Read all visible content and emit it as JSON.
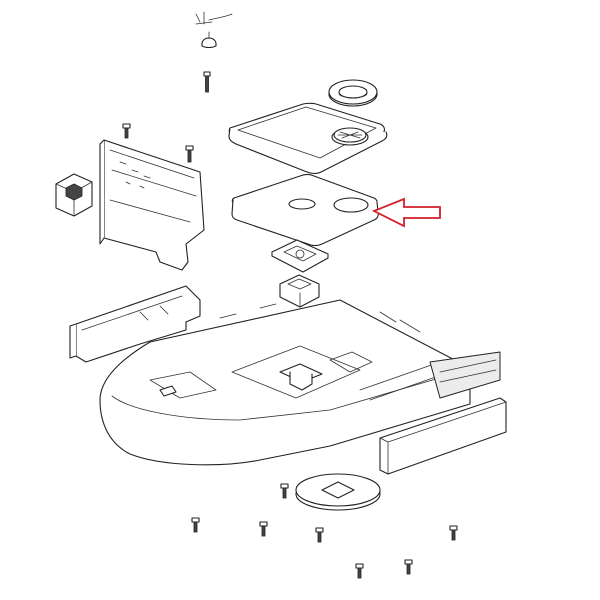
{
  "diagram": {
    "highlight_color": "#d21f2a",
    "line_color": "#222222",
    "background": "#ffffff",
    "parts": [
      {
        "id": "cable-top"
      },
      {
        "id": "knob-top"
      },
      {
        "id": "screw"
      },
      {
        "id": "ring-seal"
      },
      {
        "id": "lid-cover"
      },
      {
        "id": "valve-disc"
      },
      {
        "id": "filter-plate"
      },
      {
        "id": "square-gasket"
      },
      {
        "id": "valve-block"
      },
      {
        "id": "side-bracket"
      },
      {
        "id": "switch-box"
      },
      {
        "id": "front-bumper-strip"
      },
      {
        "id": "base-tray"
      },
      {
        "id": "side-rail-strip"
      },
      {
        "id": "bottom-ring"
      }
    ],
    "highlighted_part": "filter-plate"
  }
}
